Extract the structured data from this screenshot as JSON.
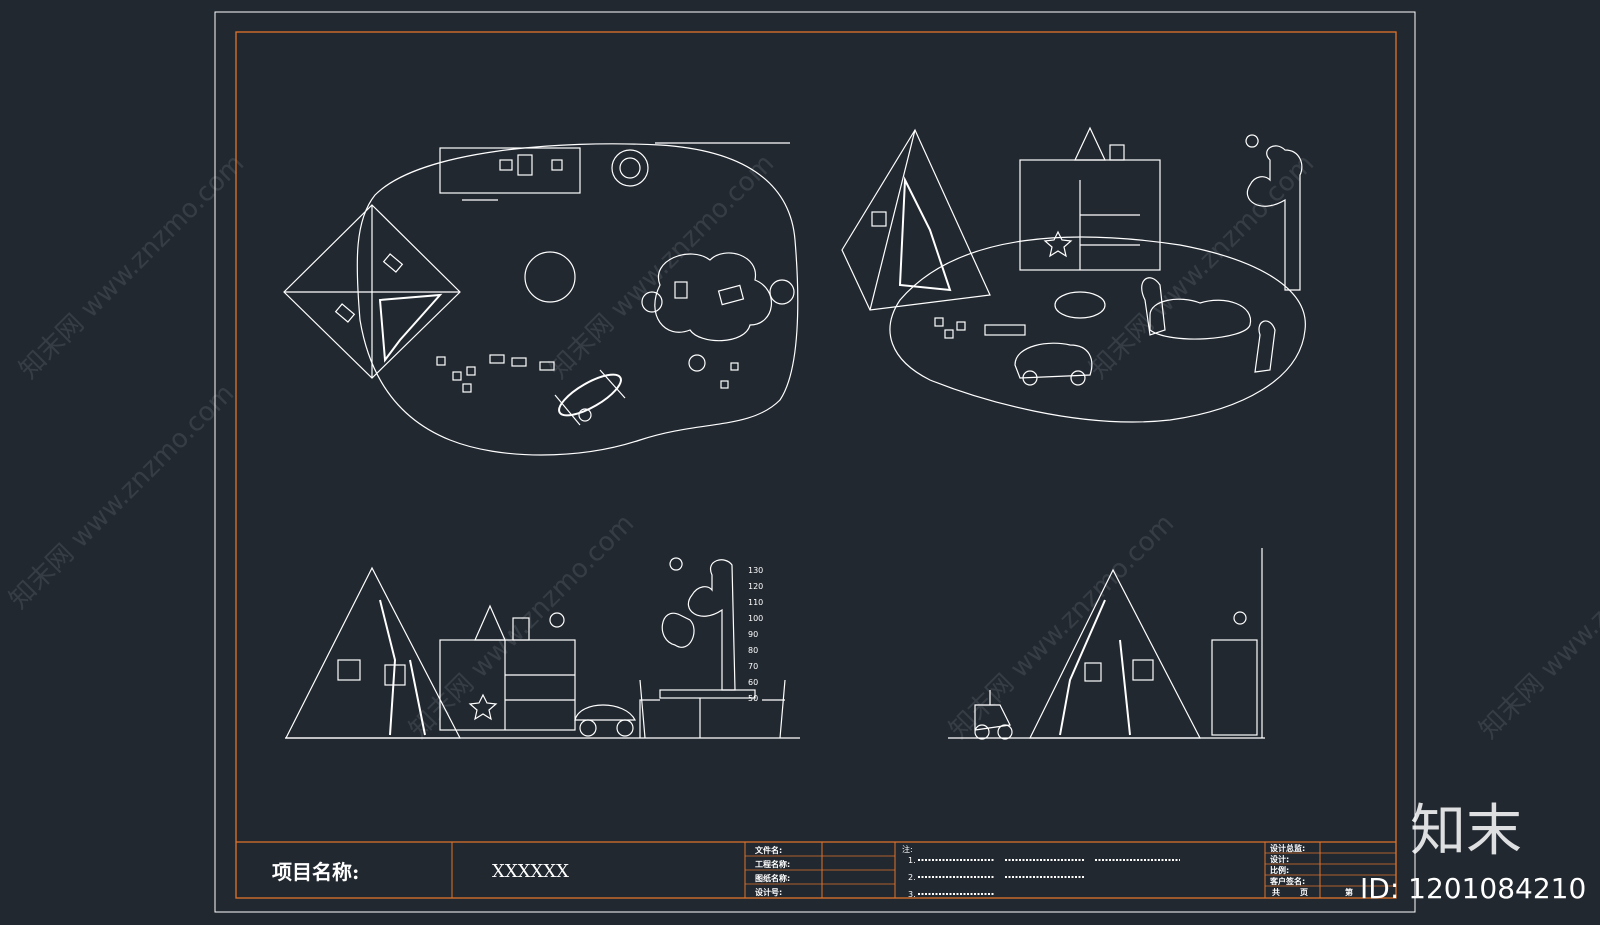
{
  "title_block": {
    "project_label": "项目名称:",
    "project_value": "XXXXXX",
    "fields_left": [
      "文件名:",
      "工程名称:",
      "图纸名称:",
      "设计号:"
    ],
    "notes_label": "注:",
    "notes": [
      "1.",
      "2.",
      "3."
    ],
    "fields_right": [
      "设计总监:",
      "设计:",
      "比例:",
      "客户签名:"
    ],
    "sheet_row": [
      "共",
      "页",
      "第"
    ]
  },
  "watermark": {
    "text": "知末网 www.znzmo.com"
  },
  "brand": {
    "logo": "知末",
    "id": "ID: 1201084210"
  },
  "growth_chart": {
    "ticks": [
      "130",
      "120",
      "110",
      "100",
      "90",
      "80",
      "70",
      "60",
      "50"
    ]
  },
  "colors": {
    "background": "#212830",
    "frame_outer": "#ffffff",
    "frame_inner": "#e0722a",
    "line": "#ffffff"
  }
}
